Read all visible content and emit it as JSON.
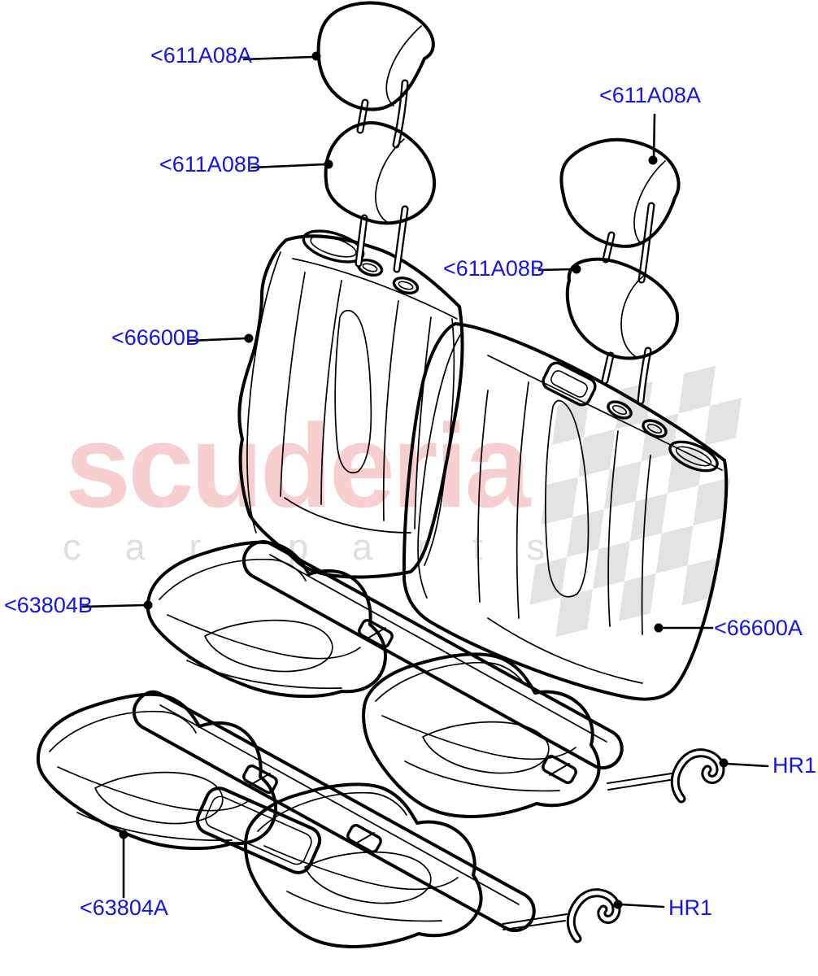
{
  "theme": {
    "label_color": "#1313EB",
    "line_color": "#000000",
    "brand_color": "#F8CFCF",
    "tagline_color": "#DFDFDF",
    "checker_color": "#E3E3E3",
    "bg_color": "#FFFFFF"
  },
  "watermark": {
    "brand": "scuderia",
    "tagline": "car parts"
  },
  "diagram": {
    "labels": [
      {
        "id": "headrest-outer-left",
        "text": "<611A08A"
      },
      {
        "id": "headrest-inner-left",
        "text": "<611A08B"
      },
      {
        "id": "headrest-outer-right",
        "text": "<611A08A"
      },
      {
        "id": "headrest-inner-right",
        "text": "<611A08B"
      },
      {
        "id": "seat-back-left",
        "text": "<66600B"
      },
      {
        "id": "seat-back-right",
        "text": "<66600A"
      },
      {
        "id": "seat-cushion-upper",
        "text": "<63804B"
      },
      {
        "id": "seat-cushion-lower",
        "text": "<63804A"
      },
      {
        "id": "headrest-retainer-upper",
        "text": "HR1"
      },
      {
        "id": "headrest-retainer-lower",
        "text": "HR1"
      }
    ]
  }
}
